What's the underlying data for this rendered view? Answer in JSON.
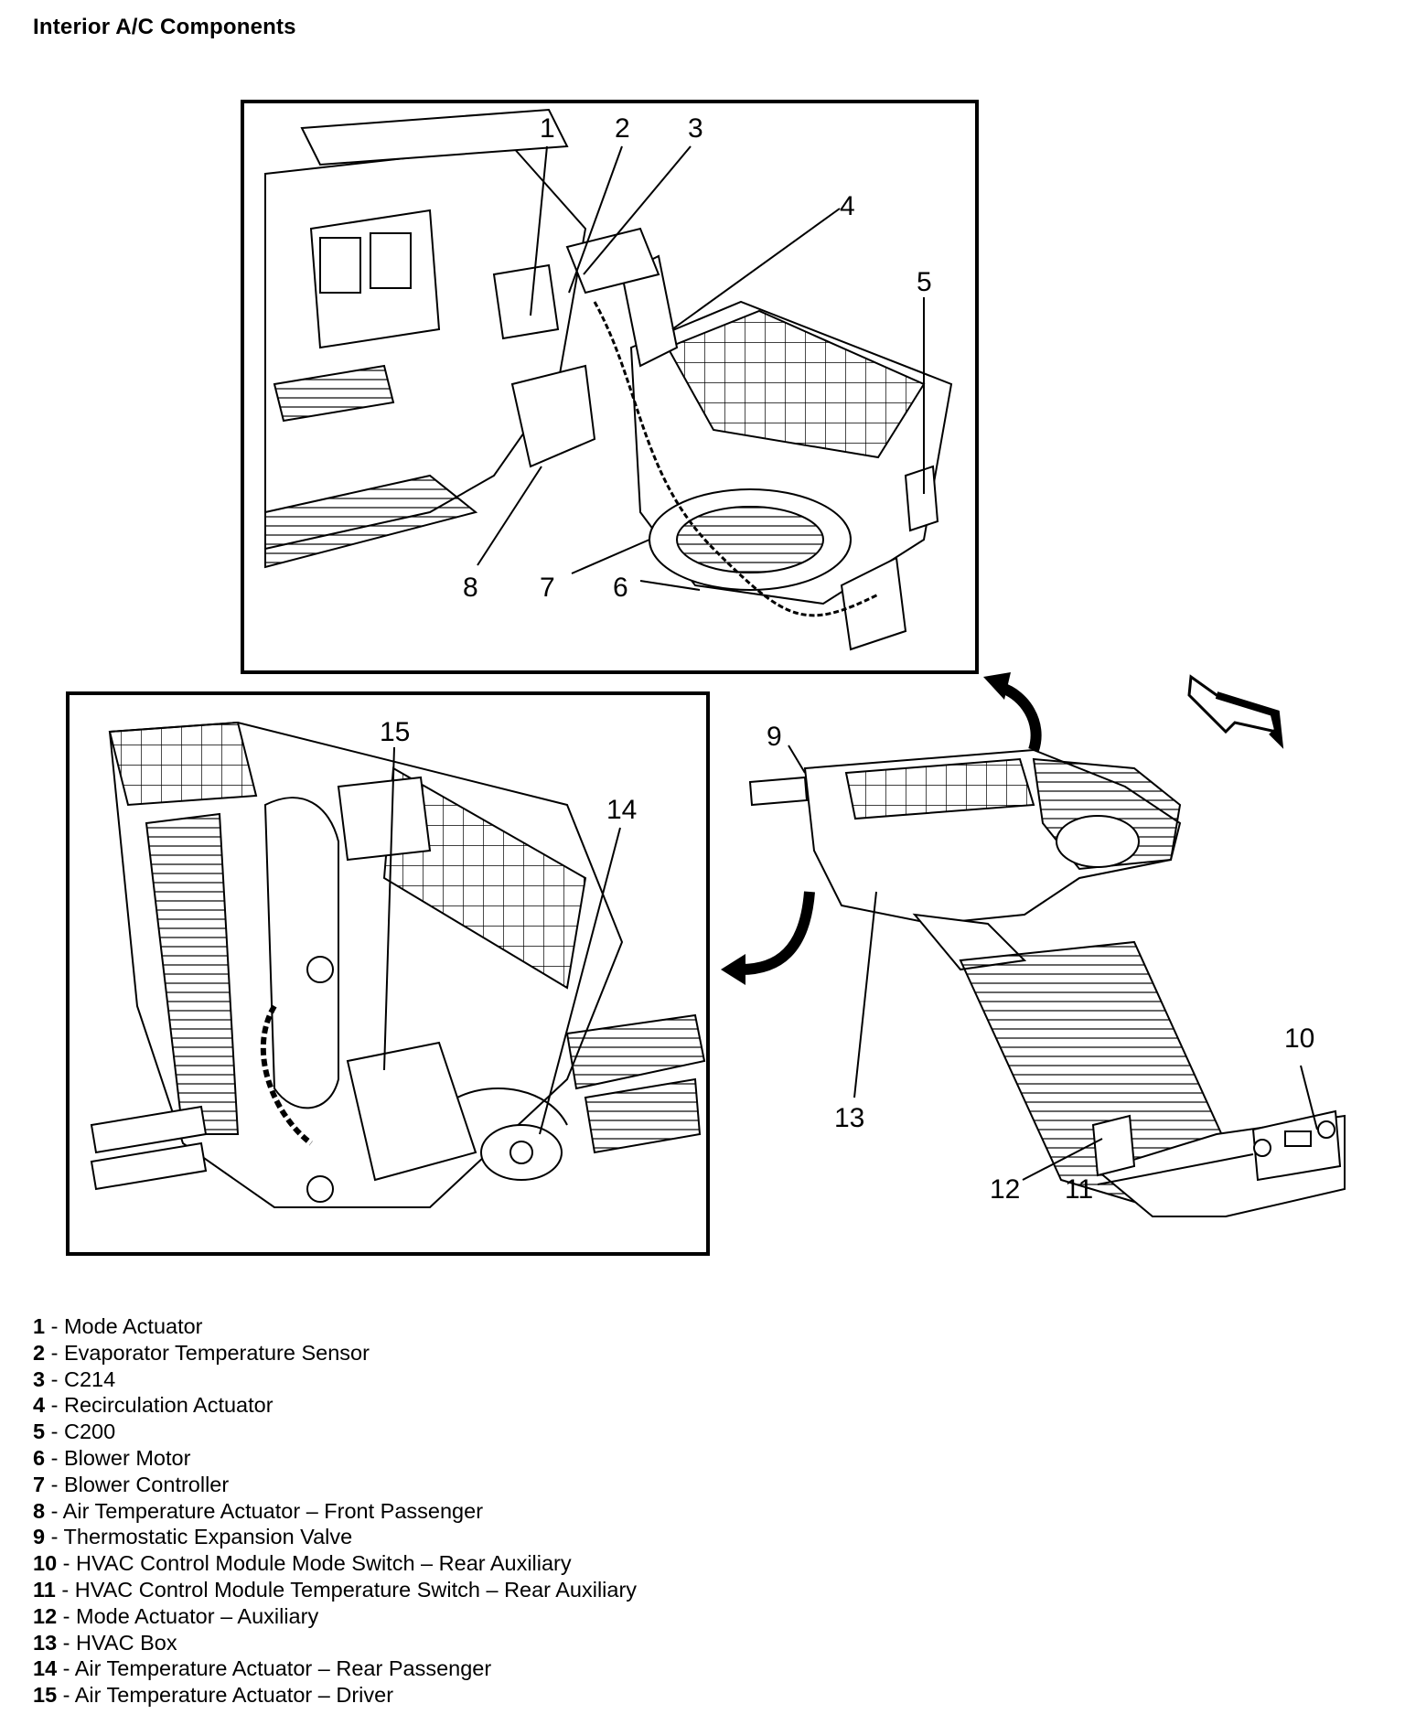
{
  "title": "Interior A/C Components",
  "callouts": [
    "1",
    "2",
    "3",
    "4",
    "5",
    "6",
    "7",
    "8",
    "9",
    "10",
    "11",
    "12",
    "13",
    "14",
    "15"
  ],
  "legend": [
    {
      "num": "1",
      "sep": " - ",
      "label": "Mode Actuator"
    },
    {
      "num": "2",
      "sep": " - ",
      "label": "Evaporator Temperature Sensor"
    },
    {
      "num": "3",
      "sep": " - ",
      "label": "C214"
    },
    {
      "num": "4",
      "sep": " - ",
      "label": "Recirculation Actuator"
    },
    {
      "num": "5",
      "sep": " - ",
      "label": "C200"
    },
    {
      "num": "6",
      "sep": " - ",
      "label": "Blower Motor"
    },
    {
      "num": "7",
      "sep": " - ",
      "label": "Blower Controller"
    },
    {
      "num": "8",
      "sep": " - ",
      "label": "Air Temperature Actuator – Front Passenger"
    },
    {
      "num": "9",
      "sep": " - ",
      "label": "Thermostatic Expansion Valve"
    },
    {
      "num": "10",
      "sep": " - ",
      "label": "HVAC Control Module Mode Switch – Rear Auxiliary"
    },
    {
      "num": "11",
      "sep": " - ",
      "label": "HVAC Control Module Temperature Switch – Rear Auxiliary"
    },
    {
      "num": "12",
      "sep": " - ",
      "label": "Mode Actuator – Auxiliary"
    },
    {
      "num": "13",
      "sep": " - ",
      "label": "HVAC Box"
    },
    {
      "num": "14",
      "sep": " - ",
      "label": "Air Temperature Actuator – Rear Passenger"
    },
    {
      "num": "15",
      "sep": " - ",
      "label": "Air Temperature Actuator – Driver"
    }
  ]
}
